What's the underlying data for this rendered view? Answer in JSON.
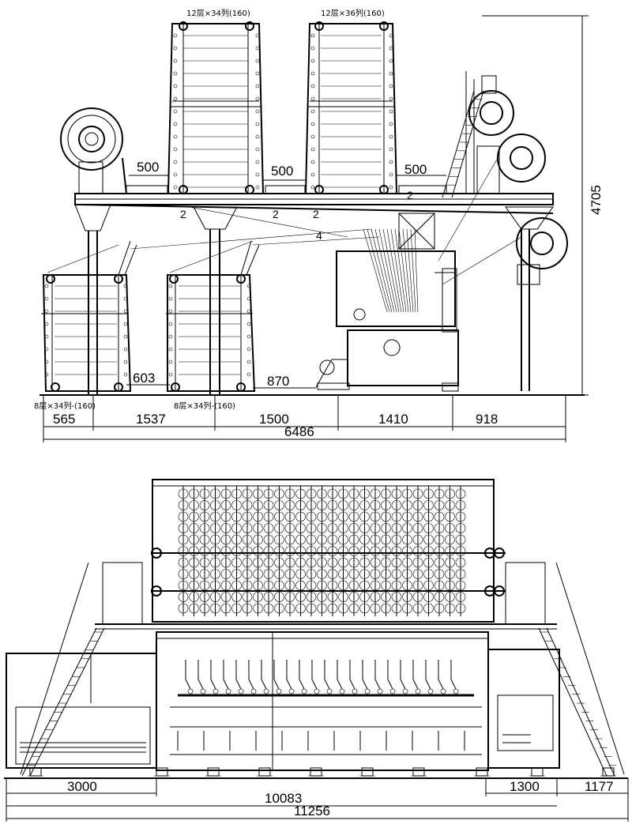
{
  "side_view": {
    "creel_labels": {
      "top_left": "12层×34列(160)",
      "top_right": "12层×36列(160)",
      "bottom_left": "8层×34列-(160)",
      "bottom_mid": "8层×34列-(160)"
    },
    "markers": {
      "m1": "2",
      "m2": "2",
      "m3": "2",
      "m4": "4",
      "m5": "2"
    },
    "dims": {
      "gap1": "500",
      "gap2": "500",
      "gap3": "500",
      "height": "4705",
      "gap_lower": "603",
      "gap_lower2": "870",
      "seg1": "565",
      "seg2": "1537",
      "seg3": "1500",
      "seg4": "1410",
      "seg5": "918",
      "total": "6486"
    }
  },
  "front_view": {
    "dims": {
      "left": "3000",
      "right_a": "1300",
      "right_b": "1177",
      "mid_total": "10083",
      "total": "11256"
    }
  }
}
